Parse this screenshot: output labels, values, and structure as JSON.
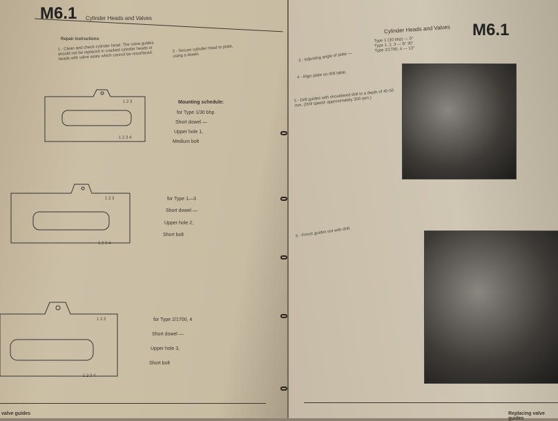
{
  "left_page": {
    "section": "M6.1",
    "title": "Cylinder Heads and Valves",
    "repair_heading": "Repair instructions:",
    "step1": "1 - Clean and check cylinder head. The valve guides should not be replaced in cracked cylinder heads or heads with valve seats which cannot be resurfaced.",
    "step2": "2 - Secure cylinder head to plate, using a dowel.",
    "diagrams": [
      {
        "hole_numbers_top": "1 2 3",
        "hole_numbers_bottom": "1 2 3 4",
        "heading": "Mounting schedule:",
        "lines": [
          "for Type 1/30 bhp",
          "Short dowel —",
          "Upper hole 1,",
          "Medium bolt"
        ]
      },
      {
        "hole_numbers_top": "1 2 3",
        "hole_numbers_bottom": "1 2 3 4",
        "heading": "",
        "lines": [
          "for Type 1—3",
          "Short dowel —",
          "Upper hole 2,",
          "Short bolt"
        ]
      },
      {
        "hole_numbers_top": "1 2 3",
        "hole_numbers_bottom": "1 2 3 4",
        "heading": "",
        "lines": [
          "for Type 2/1700, 4",
          "Short dowel —",
          "Upper hole 3,",
          "Short bolt"
        ]
      }
    ],
    "footer": "valve guides"
  },
  "right_page": {
    "section": "M6.1",
    "title": "Cylinder Heads and Valves",
    "step3": "3 - Adjusting angle of plate —",
    "angles": [
      "Type 1 (30 bhp) — 5°",
      "Type 1, 2, 3 — 8° 30'",
      "Type 2/1700, 4 — 13°"
    ],
    "step4": "4 - Align plate on drill table.",
    "step5": "5 - Drill guides with shouldered drill to a depth of 40-50 mm. (Drill speed: approximately 300 rpm.)",
    "step6": "6 - Knock guides out with drift.",
    "footer": "Replacing valve guides"
  }
}
